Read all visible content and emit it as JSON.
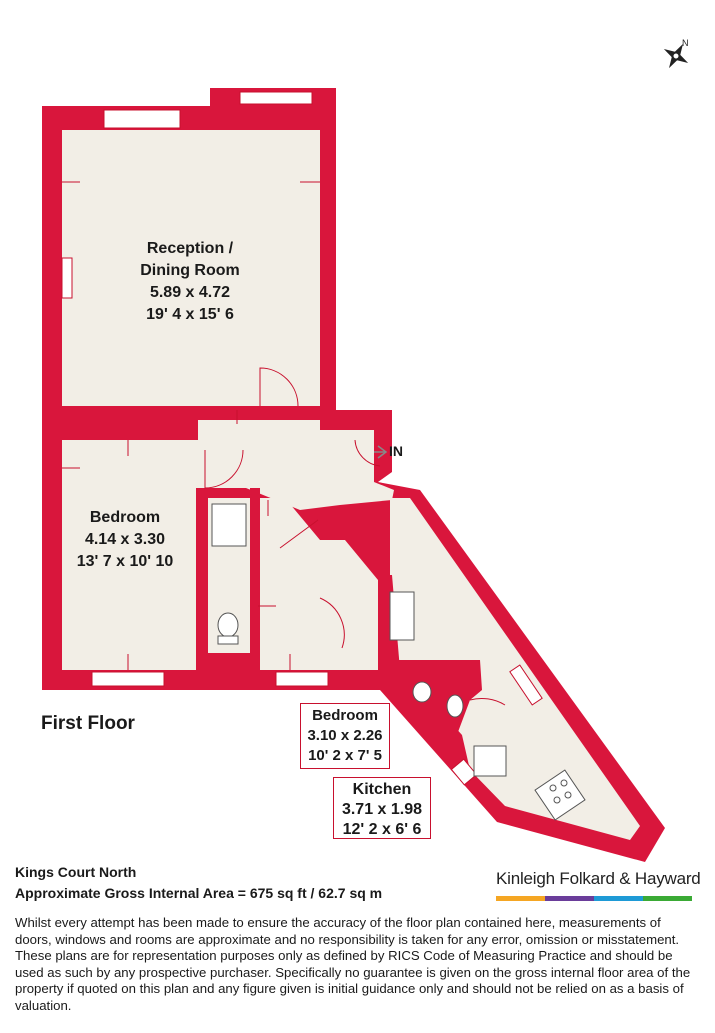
{
  "floor": "First Floor",
  "entrance": "IN",
  "compass": {
    "label": "N"
  },
  "rooms": {
    "reception": {
      "name_line1": "Reception /",
      "name_line2": "Dining Room",
      "metric": "5.89 x 4.72",
      "imperial": "19' 4 x 15' 6"
    },
    "bedroom1": {
      "name": "Bedroom",
      "metric": "4.14 x 3.30",
      "imperial": "13' 7 x 10' 10"
    },
    "bedroom2": {
      "name": "Bedroom",
      "metric": "3.10 x 2.26",
      "imperial": "10' 2 x 7' 5"
    },
    "kitchen": {
      "name": "Kitchen",
      "metric": "3.71 x 1.98",
      "imperial": "12' 2 x 6' 6"
    }
  },
  "footer": {
    "property": "Kings Court North",
    "area": "Approximate Gross Internal Area = 675 sq ft / 62.7 sq m",
    "brand": "Kinleigh Folkard & Hayward",
    "brand_colors": [
      "#f5a623",
      "#6a3d9a",
      "#1e9ad6",
      "#3aaa35"
    ],
    "disclaimer": "Whilst every attempt has been made to ensure the accuracy of the floor plan contained here, measurements of doors, windows and rooms are approximate and no responsibility is taken for any error, omission or misstatement. These plans are for representation purposes only as defined by RICS Code of Measuring Practice and should be used as such by any prospective purchaser. Specifically no guarantee is given on the gross internal floor area of the property if quoted on this plan and any figure given is initial guidance only and should not be relied on as a basis of valuation."
  },
  "colors": {
    "wall": "#d9163c",
    "floor": "#f2eee6",
    "line": "#c8102e"
  }
}
